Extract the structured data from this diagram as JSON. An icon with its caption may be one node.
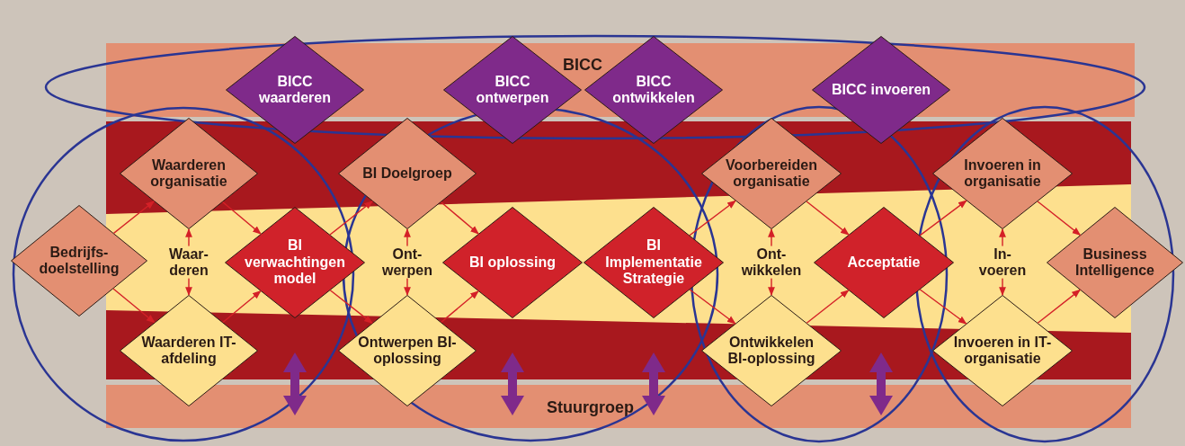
{
  "diagram": {
    "nodes": [
      {
        "text": [
          "BICC"
        ]
      },
      {
        "text": [
          "BICC waarderen"
        ]
      },
      {
        "text": [
          "BICC ontwerpen"
        ]
      },
      {
        "text": [
          "BICC ontwikkelen"
        ]
      },
      {
        "text": [
          "BICC invoeren"
        ]
      },
      {
        "text": [
          "Bedrijfs- doelstelling"
        ]
      },
      {
        "text": [
          "Waarderen organisatie"
        ]
      },
      {
        "text": [
          "Waarderen IT-afdeling"
        ]
      },
      {
        "text": [
          "BI verwachtingen model"
        ]
      },
      {
        "text": [
          "BI Doelgroep"
        ]
      },
      {
        "text": [
          "Ontwerpen BI-oplossing"
        ]
      },
      {
        "text": [
          "BI oplossing"
        ]
      },
      {
        "text": [
          "BI Implementatie Strategie"
        ]
      },
      {
        "text": [
          "Voorbereiden organisatie"
        ]
      },
      {
        "text": [
          "Ontwikkelen BI-oplossing"
        ]
      },
      {
        "text": [
          "Acceptatie"
        ]
      },
      {
        "text": [
          "Invoeren in organisatie"
        ]
      },
      {
        "text": [
          "Invoeren in IT-organisatie"
        ]
      },
      {
        "text": [
          "Business Intelligence"
        ]
      },
      {
        "text": [
          "Stuurgroep"
        ]
      }
    ],
    "edges": [
      {
        "from": 5,
        "to": 6,
        "arrow": "to"
      },
      {
        "from": 5,
        "to": 7,
        "arrow": "to"
      },
      {
        "from": 6,
        "to": 7,
        "arrow": "both",
        "label": "Waar- deren"
      },
      {
        "from": 6,
        "to": 8,
        "arrow": "to"
      },
      {
        "from": 7,
        "to": 8,
        "arrow": "to"
      },
      {
        "from": 8,
        "to": 9,
        "arrow": "to"
      },
      {
        "from": 8,
        "to": 10,
        "arrow": "to"
      },
      {
        "from": 9,
        "to": 10,
        "arrow": "both",
        "label": "Ont- werpen"
      },
      {
        "from": 9,
        "to": 11,
        "arrow": "to"
      },
      {
        "from": 10,
        "to": 11,
        "arrow": "to"
      },
      {
        "from": 12,
        "to": 13,
        "arrow": "to"
      },
      {
        "from": 12,
        "to": 14,
        "arrow": "to"
      },
      {
        "from": 13,
        "to": 14,
        "arrow": "both",
        "label": "Ont- wikkelen"
      },
      {
        "from": 13,
        "to": 15,
        "arrow": "to"
      },
      {
        "from": 14,
        "to": 15,
        "arrow": "to"
      },
      {
        "from": 15,
        "to": 16,
        "arrow": "to"
      },
      {
        "from": 15,
        "to": 17,
        "arrow": "to"
      },
      {
        "from": 16,
        "to": 17,
        "arrow": "both",
        "label": "In- voeren"
      },
      {
        "from": 16,
        "to": 18,
        "arrow": "to"
      },
      {
        "from": 17,
        "to": 18,
        "arrow": "to"
      }
    ]
  }
}
